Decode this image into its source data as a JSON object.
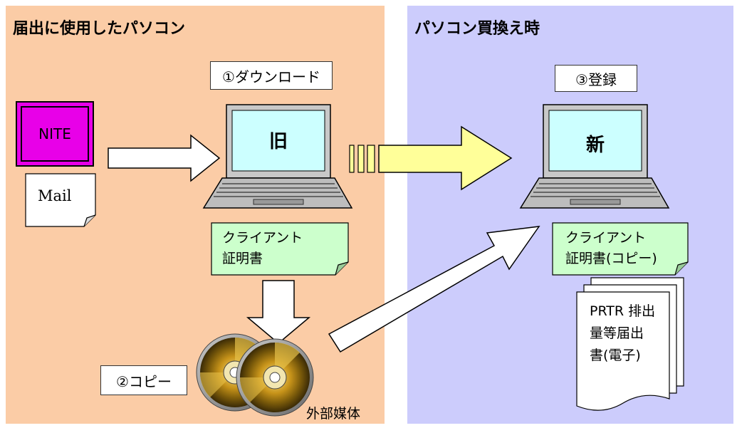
{
  "panels": {
    "left_title": "届出に使用したパソコン",
    "right_title": "パソコン買換え時"
  },
  "steps": {
    "download": "①ダウンロード",
    "copy": "②コピー",
    "register": "③登録"
  },
  "nite": {
    "label": "NITE"
  },
  "mail": {
    "label": "Mail"
  },
  "old_pc": {
    "label": "旧"
  },
  "new_pc": {
    "label": "新"
  },
  "cert_old": {
    "line1": "クライアント",
    "line2": "証明書"
  },
  "cert_new": {
    "line1": "クライアント",
    "line2": "証明書(コピー)"
  },
  "media": {
    "label": "外部媒体"
  },
  "document": {
    "line1": "PRTR 排出",
    "line2": "量等届出",
    "line3": "書(電子)"
  },
  "colors": {
    "left_panel": "#fbcca6",
    "right_panel": "#ccccfc",
    "nite": "#e800e8",
    "note": "#ccffcc",
    "migration_arrow": "#ffff99",
    "screen": "#ccffff"
  }
}
